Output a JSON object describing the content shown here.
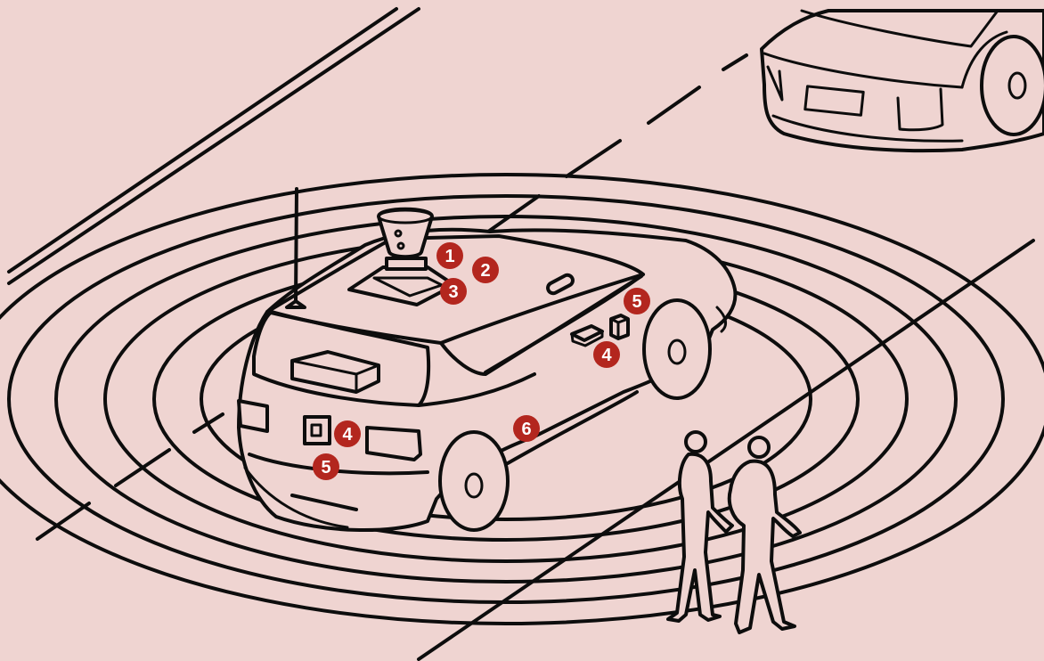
{
  "colors": {
    "background": "#efd4d1",
    "line": "#0d0d0d",
    "marker": "#b3261e",
    "marker_text": "#ffffff"
  },
  "markers": [
    {
      "id": "m1",
      "label": "1"
    },
    {
      "id": "m2",
      "label": "2"
    },
    {
      "id": "m3",
      "label": "3"
    },
    {
      "id": "m5-side",
      "label": "5"
    },
    {
      "id": "m4-side",
      "label": "4"
    },
    {
      "id": "m6",
      "label": "6"
    },
    {
      "id": "m4-rear",
      "label": "4"
    },
    {
      "id": "m5-rear",
      "label": "5"
    }
  ]
}
